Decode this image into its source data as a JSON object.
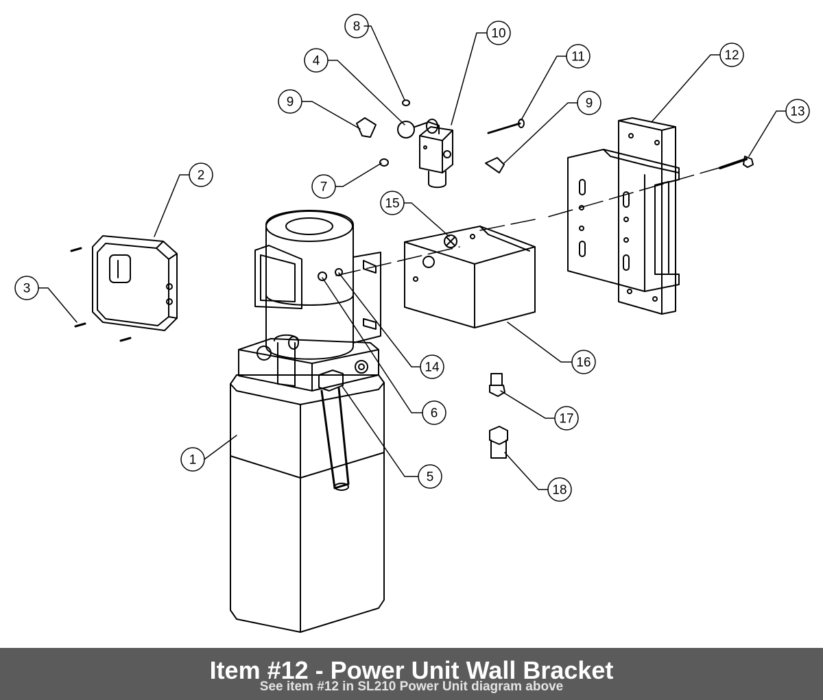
{
  "callouts": [
    {
      "id": "1",
      "label": "1"
    },
    {
      "id": "2",
      "label": "2"
    },
    {
      "id": "3",
      "label": "3"
    },
    {
      "id": "4",
      "label": "4"
    },
    {
      "id": "5",
      "label": "5"
    },
    {
      "id": "6",
      "label": "6"
    },
    {
      "id": "7",
      "label": "7"
    },
    {
      "id": "8",
      "label": "8"
    },
    {
      "id": "9a",
      "label": "9"
    },
    {
      "id": "9b",
      "label": "9"
    },
    {
      "id": "10",
      "label": "10"
    },
    {
      "id": "11",
      "label": "11"
    },
    {
      "id": "12",
      "label": "12"
    },
    {
      "id": "13",
      "label": "13"
    },
    {
      "id": "14",
      "label": "14"
    },
    {
      "id": "15",
      "label": "15"
    },
    {
      "id": "16",
      "label": "16"
    },
    {
      "id": "17",
      "label": "17"
    },
    {
      "id": "18",
      "label": "18"
    }
  ],
  "caption": {
    "title": "Item #12 - Power Unit Wall Bracket",
    "subtitle": "See item #12 in SL210 Power Unit diagram above"
  },
  "colors": {
    "line": "#000000",
    "background": "#ffffff",
    "caption_bar": "#5b5b5b",
    "caption_text": "#ffffff"
  }
}
